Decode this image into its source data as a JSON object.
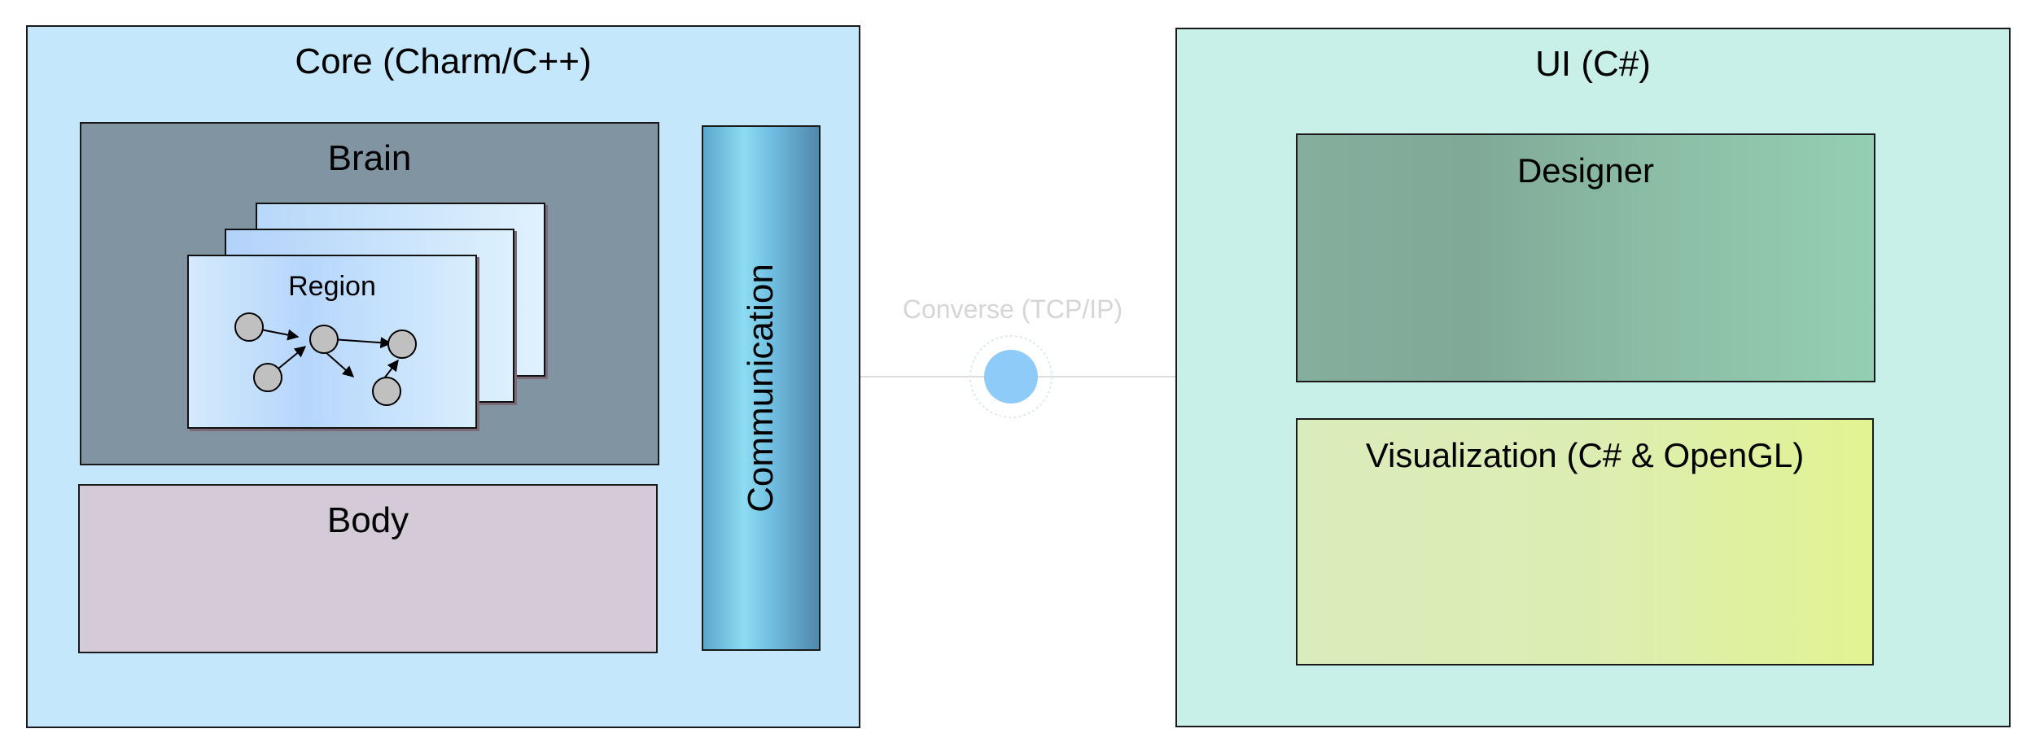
{
  "core": {
    "title": "Core (Charm/C++)"
  },
  "brain": {
    "title": "Brain"
  },
  "region": {
    "title": "Region"
  },
  "body": {
    "title": "Body"
  },
  "communication": {
    "title": "Communication"
  },
  "converse": {
    "label": "Converse (TCP/IP)"
  },
  "ui": {
    "title": "UI (C#)"
  },
  "designer": {
    "title": "Designer"
  },
  "visualization": {
    "title": "Visualization (C# & OpenGL)"
  },
  "colors": {
    "core_bg": "#c5e7fb",
    "brain_bg": "#8094a2",
    "body_bg": "#d4cad8",
    "ui_bg": "#c9efe9",
    "designer_bg": "#86ae9e",
    "visualization_bg": "#e2f392",
    "connector_dot": "#8fcbf8",
    "region_node": "#c0c0c0"
  }
}
